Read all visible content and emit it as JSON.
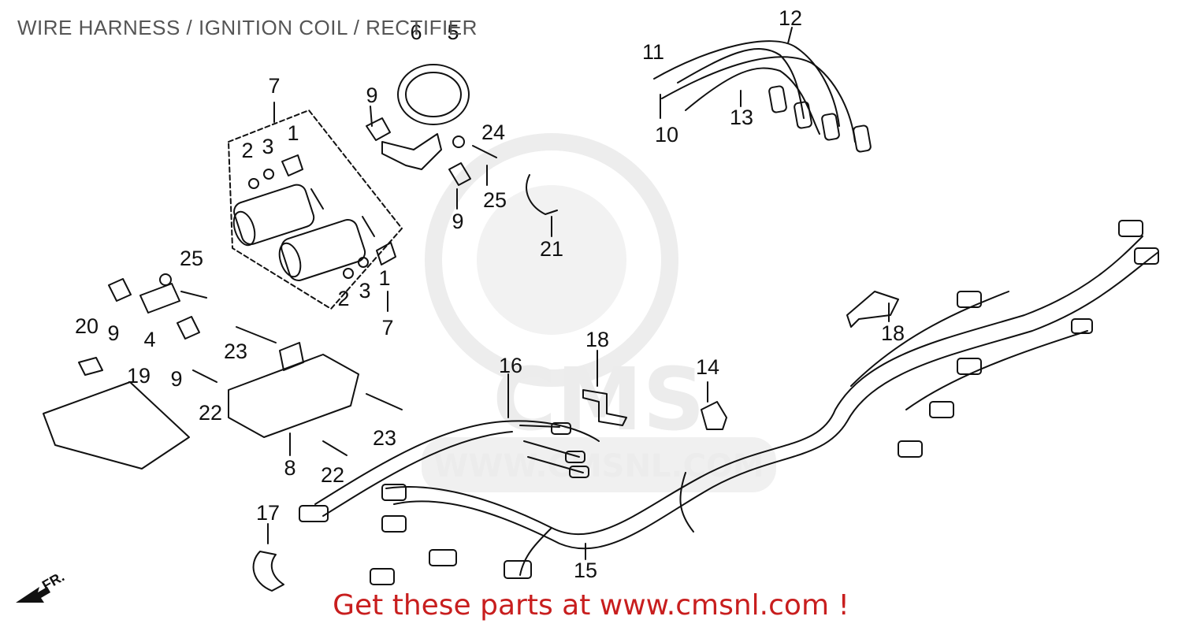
{
  "title": "WIRE HARNESS / IGNITION COIL / RECTIFIER",
  "promo_text": "Get these parts at www.cmsnl.com !",
  "watermark": {
    "logo_text": "CMS",
    "url_text": "WWW.CMSNL.COM"
  },
  "direction_label": "FR.",
  "colors": {
    "title": "#555555",
    "promo": "#c81e1e",
    "line": "#111111",
    "watermark": "#ececec"
  },
  "parts": [
    {
      "id": "1",
      "labels": [
        "1",
        "1"
      ]
    },
    {
      "id": "2",
      "labels": [
        "2",
        "2"
      ]
    },
    {
      "id": "3",
      "labels": [
        "3",
        "3"
      ]
    },
    {
      "id": "4",
      "labels": [
        "4"
      ]
    },
    {
      "id": "5",
      "labels": [
        "5"
      ]
    },
    {
      "id": "6",
      "labels": [
        "6"
      ]
    },
    {
      "id": "7",
      "labels": [
        "7",
        "7"
      ]
    },
    {
      "id": "8",
      "labels": [
        "8"
      ]
    },
    {
      "id": "9",
      "labels": [
        "9",
        "9",
        "9",
        "9"
      ]
    },
    {
      "id": "10",
      "labels": [
        "10"
      ]
    },
    {
      "id": "11",
      "labels": [
        "11"
      ]
    },
    {
      "id": "12",
      "labels": [
        "12"
      ]
    },
    {
      "id": "13",
      "labels": [
        "13"
      ]
    },
    {
      "id": "14",
      "labels": [
        "14"
      ]
    },
    {
      "id": "15",
      "labels": [
        "15"
      ]
    },
    {
      "id": "16",
      "labels": [
        "16"
      ]
    },
    {
      "id": "17",
      "labels": [
        "17"
      ]
    },
    {
      "id": "18",
      "labels": [
        "18",
        "18"
      ]
    },
    {
      "id": "19",
      "labels": [
        "19"
      ]
    },
    {
      "id": "20",
      "labels": [
        "20"
      ]
    },
    {
      "id": "21",
      "labels": [
        "21"
      ]
    },
    {
      "id": "22",
      "labels": [
        "22",
        "22"
      ]
    },
    {
      "id": "23",
      "labels": [
        "23",
        "23"
      ]
    },
    {
      "id": "24",
      "labels": [
        "24"
      ]
    },
    {
      "id": "25",
      "labels": [
        "25",
        "25"
      ]
    }
  ]
}
